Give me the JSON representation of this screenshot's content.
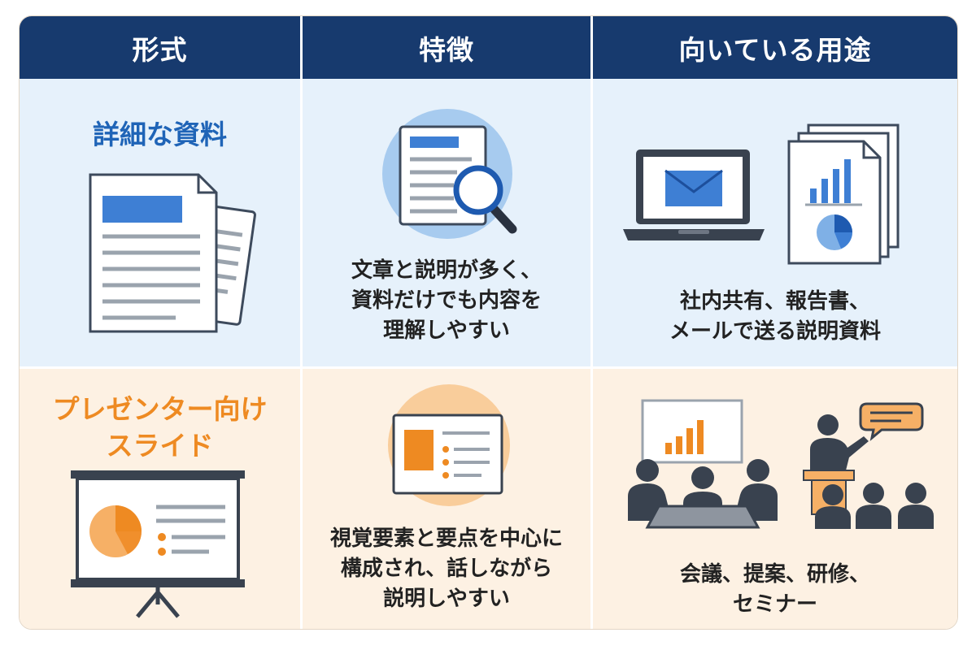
{
  "header": {
    "format_label": "形式",
    "feature_label": "特徴",
    "use_label": "向いている用途"
  },
  "rows": [
    {
      "format": "詳細な資料",
      "feature": "文章と説明が多く、\n資料だけでも内容を\n理解しやすい",
      "use": "社内共有、報告書、\nメールで送る説明資料"
    },
    {
      "format_line1": "プレゼンター向け",
      "format_line2": "スライド",
      "feature": "視覚要素と要点を中心に\n構成され、話しながら\n説明しやすい",
      "use": "会議、提案、研修、\nセミナー"
    }
  ],
  "colors": {
    "header_bg": "#173a6e",
    "row1_bg": "#e6f1fb",
    "row2_bg": "#fdf1e3",
    "blue_accent": "#1f64b7",
    "orange_accent": "#ee8a22"
  },
  "icons": {
    "row1_format": "document-stack-icon",
    "row1_feature": "document-magnifier-icon",
    "row1_use_a": "laptop-email-icon",
    "row1_use_b": "report-chart-documents-icon",
    "row2_format": "presentation-screen-icon",
    "row2_feature": "slide-icon",
    "row2_use_a": "meeting-people-icon",
    "row2_use_b": "seminar-speaker-icon"
  }
}
